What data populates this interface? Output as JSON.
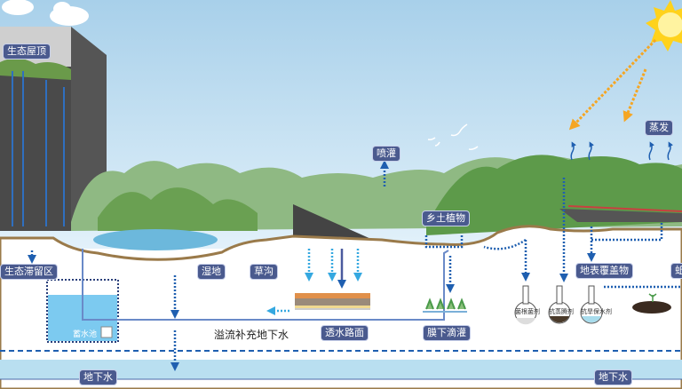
{
  "labels": {
    "eco_roof": "生态屋顶",
    "sprinkler": "喷灌",
    "evaporation": "蒸发",
    "native_plants": "乡土植物",
    "bioretention": "生态滞留区",
    "wetland": "湿地",
    "grass_swale": "草沟",
    "ground_cover": "地表覆盖物",
    "cistern": "蓄水池",
    "overflow_recharge": "溢流补充地下水",
    "permeable_pavement": "透水路面",
    "drip_irrigation": "膜下滴灌",
    "mycorrhizal_agent": "菌根菌剂",
    "antitranspirant": "抗蒸腾剂",
    "water_retaining_agent": "抗旱保水剂",
    "groundwater_left": "地下水",
    "groundwater_right": "地下水",
    "partial_right": "蚯"
  },
  "colors": {
    "sky_top": "#a8d0ea",
    "sky_bottom": "#e2f1fa",
    "label_bg": "#4a5a8e",
    "water_arrow": "#1f5fb0",
    "light_arrow": "#35a8e0",
    "sun_arrow": "#f5a623",
    "groundwater": "#b9dff0",
    "cistern_water": "#7ccaf0"
  }
}
